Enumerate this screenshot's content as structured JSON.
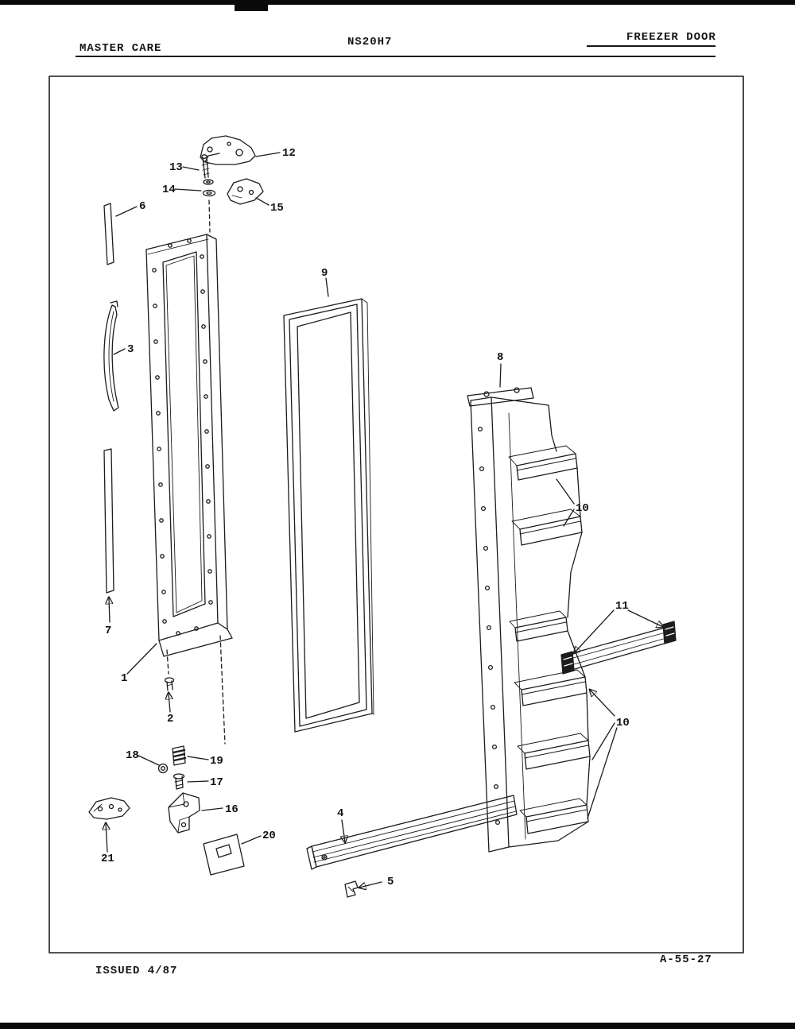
{
  "header": {
    "left": "MASTER CARE",
    "center": "NS20H7",
    "right": "FREEZER DOOR"
  },
  "footer": {
    "issued": "ISSUED 4/87",
    "ref": "A-55-27"
  },
  "colors": {
    "ink": "#1c1c1c",
    "paper": "#ffffff"
  },
  "labels": {
    "p1": "1",
    "p2": "2",
    "p3": "3",
    "p4": "4",
    "p5": "5",
    "p6": "6",
    "p7": "7",
    "p8": "8",
    "p9": "9",
    "p10a": "10",
    "p10b": "10",
    "p11": "11",
    "p12": "12",
    "p13": "13",
    "p14": "14",
    "p15": "15",
    "p16": "16",
    "p17": "17",
    "p18": "18",
    "p19": "19",
    "p20": "20",
    "p21": "21"
  }
}
